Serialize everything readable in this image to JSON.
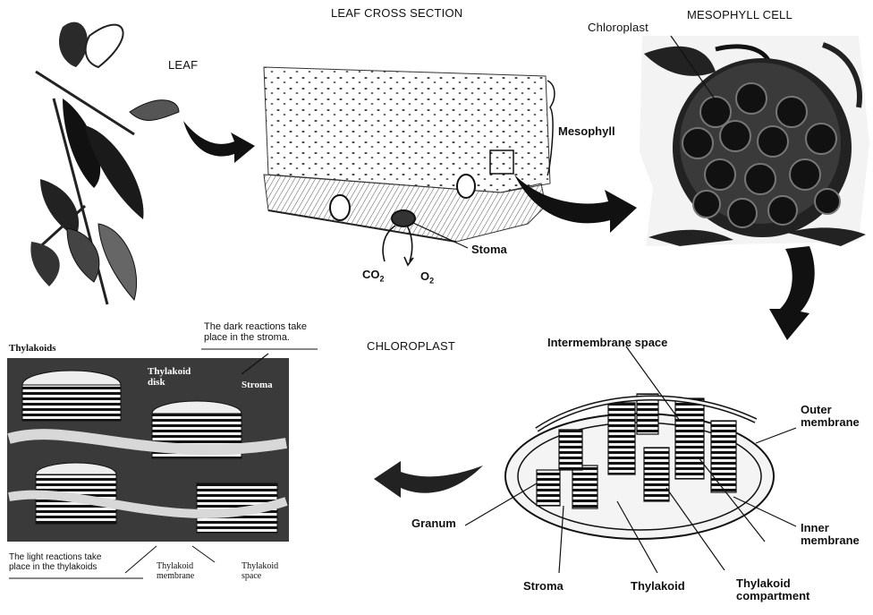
{
  "labels": {
    "leaf": "LEAF",
    "leaf_cross_section": "LEAF CROSS SECTION",
    "mesophyll_cell": "MESOPHYLL CELL",
    "chloroplast_top": "Chloroplast",
    "mesophyll": "Mesophyll",
    "stoma": "Stoma",
    "co2": "CO",
    "co2_sub": "2",
    "o2": "O",
    "o2_sub": "2",
    "chloroplast_title": "CHLOROPLAST",
    "intermembrane_space": "Intermembrane space",
    "outer_membrane": "Outer\nmembrane",
    "inner_membrane": "Inner\nmembrane",
    "granum": "Granum",
    "stroma_bottom": "Stroma",
    "thylakoid_bottom": "Thylakoid",
    "thylakoid_compartment": "Thylakoid\ncompartment",
    "thylakoids": "Thylakoids",
    "dark_reactions": "The dark reactions take\nplace in the stroma.",
    "thylakoid_disk": "Thylakoid\ndisk",
    "stroma_inset": "Stroma",
    "light_reactions": "The light reactions take\nplace in the thylakoids",
    "thylakoid_membrane": "Thylakoid\nmembrane",
    "thylakoid_space": "Thylakoid\nspace"
  },
  "colors": {
    "ink": "#111111",
    "leaf_dark": "#1a1a1a",
    "inset_bg": "#3a3a3a",
    "stack_light": "#e8e8e8"
  }
}
